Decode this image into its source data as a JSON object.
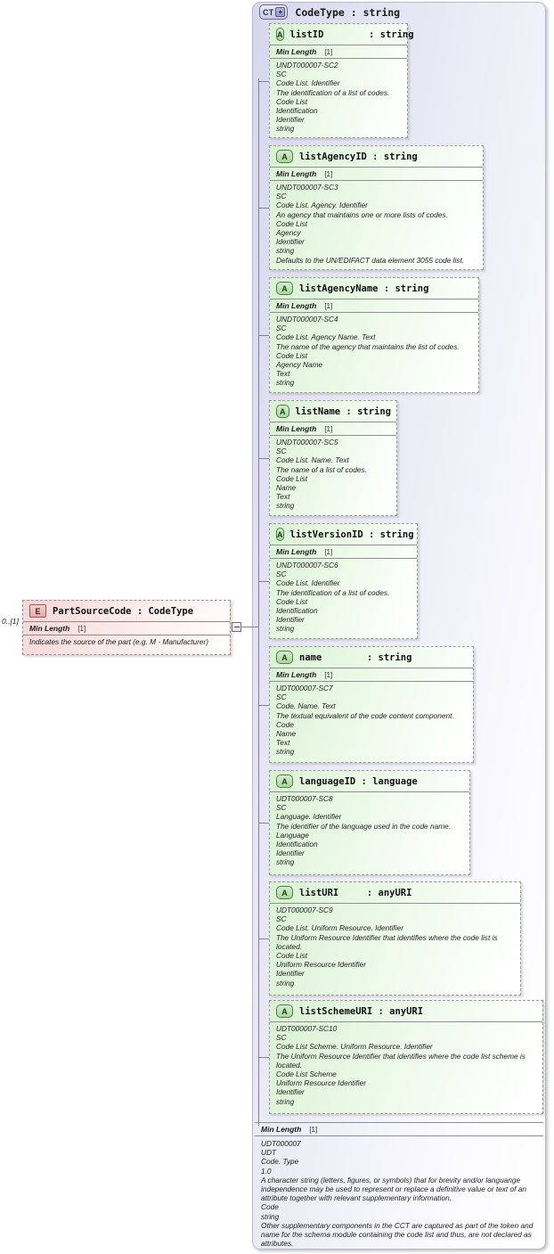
{
  "diagram": {
    "type": "xsd-schema-diagram",
    "colors": {
      "container_bg_left": "#d6d6ee",
      "container_bg_right": "#ffffff",
      "attribute_bg": "#d9f2d3",
      "element_bg": "#f6d7d7",
      "border": "#9a9a9a",
      "connector": "#808098"
    }
  },
  "element": {
    "icon": "E",
    "icon_name": "element-icon",
    "title": "PartSourceCode : CodeType",
    "cardinality": "0..[1]",
    "facet": {
      "name": "Min Length",
      "value": "[1]"
    },
    "documentation": [
      "Indicates the source of the part (e.g. M - Manufacturer)"
    ]
  },
  "complex_type": {
    "icon": "CT",
    "icon_expand": "+",
    "icon_name": "complex-type-icon",
    "title": "CodeType : string",
    "facet": {
      "name": "Min Length",
      "value": "[1]"
    },
    "documentation": [
      "UDT000007",
      "UDT",
      "Code. Type",
      "1.0",
      "A character string (letters, figures, or symbols) that for brevity and/or languange independence may be used to represent or replace a definitive value or text of an attribute together with relevant supplementary information.",
      "Code",
      "string",
      "Other supplementary components in the CCT are captured as part of the token and name for the schema module containing the code list and thus, are not declared as attributes."
    ]
  },
  "attributes": [
    {
      "icon": "A",
      "title": "listID        : string",
      "name": "listID",
      "facet": {
        "name": "Min Length",
        "value": "[1]"
      },
      "documentation": [
        "UNDT000007-SC2",
        "SC",
        "Code List. Identifier",
        "The identification of a list of codes.",
        "Code List",
        "Identification",
        "Identifier",
        "string"
      ]
    },
    {
      "icon": "A",
      "title": "listAgencyID : string",
      "name": "listAgencyID",
      "facet": {
        "name": "Min Length",
        "value": "[1]"
      },
      "documentation": [
        "UNDT000007-SC3",
        "SC",
        "Code List. Agency. Identifier",
        "An agency that maintains one or more lists of codes.",
        "Code List",
        "Agency",
        "Identifier",
        "string",
        "Defaults to the UN/EDIFACT data element 3055 code list."
      ]
    },
    {
      "icon": "A",
      "title": "listAgencyName : string",
      "name": "listAgencyName",
      "facet": {
        "name": "Min Length",
        "value": "[1]"
      },
      "documentation": [
        "UNDT000007-SC4",
        "SC",
        "Code List. Agency Name. Text",
        "The name of the agency that maintains the list of codes.",
        "Code List",
        "Agency Name",
        "Text",
        "string"
      ]
    },
    {
      "icon": "A",
      "title": "listName : string",
      "name": "listName",
      "facet": {
        "name": "Min Length",
        "value": "[1]"
      },
      "documentation": [
        "UNDT000007-SC5",
        "SC",
        "Code List. Name. Text",
        "The name of a list of codes.",
        "Code List",
        "Name",
        "Text",
        "string"
      ]
    },
    {
      "icon": "A",
      "title": "listVersionID : string",
      "name": "listVersionID",
      "facet": {
        "name": "Min Length",
        "value": "[1]"
      },
      "documentation": [
        "UNDT000007-SC6",
        "SC",
        "Code List. Identifier",
        "The identification of a list of codes.",
        "Code List",
        "Identification",
        "Identifier",
        "string"
      ]
    },
    {
      "icon": "A",
      "title": "name        : string",
      "name": "name",
      "facet": {
        "name": "Min Length",
        "value": "[1]"
      },
      "documentation": [
        "UDT000007-SC7",
        "SC",
        "Code. Name. Text",
        "The textual equivalent of the code content component.",
        "Code",
        "Name",
        "Text",
        "string"
      ]
    },
    {
      "icon": "A",
      "title": "languageID : language",
      "name": "languageID",
      "facet": null,
      "documentation": [
        "UDT000007-SC8",
        "SC",
        "Language. Identifier",
        "The identifier of the language used in the code name.",
        "Language",
        "Identification",
        "Identifier",
        "string"
      ]
    },
    {
      "icon": "A",
      "title": "listURI     : anyURI",
      "name": "listURI",
      "facet": null,
      "documentation": [
        "UDT000007-SC9",
        "SC",
        "Code List. Uniform Resource. Identifier",
        "The Uniform Resource Identifier that identifies where the code list is located.",
        "Code List",
        "Uniform Resource Identifier",
        "Identifier",
        "string"
      ]
    },
    {
      "icon": "A",
      "title": "listSchemeURI : anyURI",
      "name": "listSchemeURI",
      "facet": null,
      "documentation": [
        "UDT000007-SC10",
        "SC",
        "Code List Scheme. Uniform Resource. Identifier",
        "The Uniform Resource Identifier that identifies where the code list scheme is located.",
        "Code List Scheme",
        "Uniform Resource Identifier",
        "Identifier",
        "string"
      ]
    }
  ]
}
